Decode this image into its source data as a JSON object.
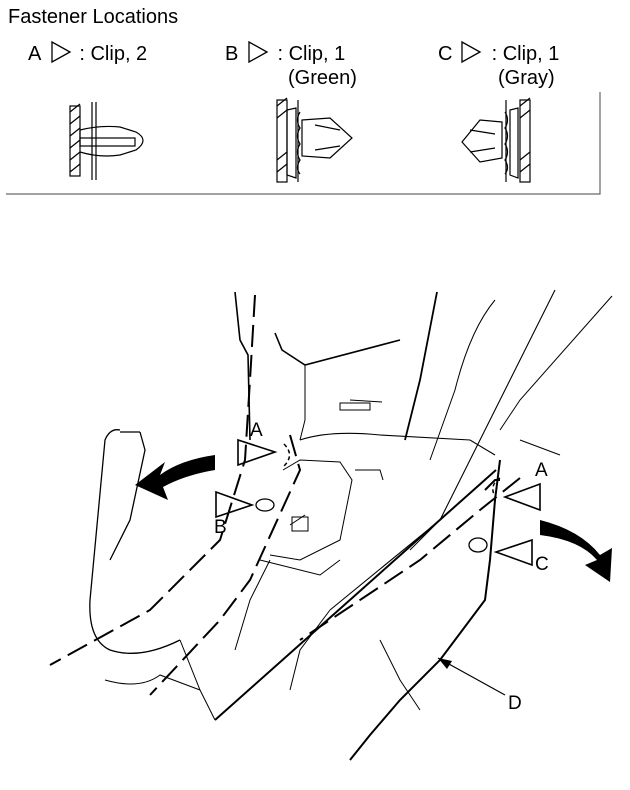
{
  "title": "Fastener Locations",
  "fasteners": [
    {
      "letter": "A",
      "text": ": Clip, 2",
      "note": ""
    },
    {
      "letter": "B",
      "text": ": Clip, 1",
      "note": "(Green)"
    },
    {
      "letter": "C",
      "text": ": Clip, 1",
      "note": "(Gray)"
    }
  ],
  "callouts": {
    "a_left": "A",
    "b": "B",
    "a_right": "A",
    "c": "C",
    "d": "D"
  }
}
